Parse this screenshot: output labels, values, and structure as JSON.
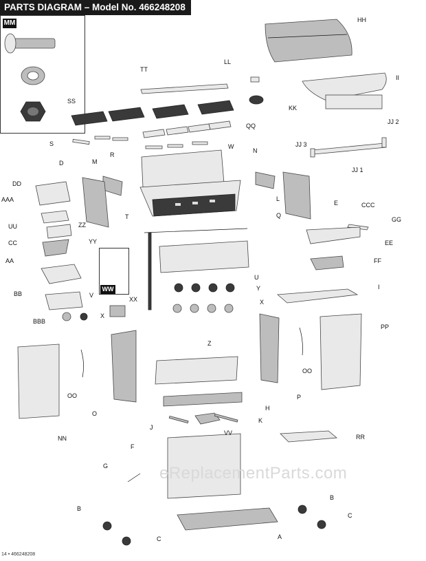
{
  "header": {
    "title": "PARTS DIAGRAM – Model No. 466248208"
  },
  "inset_labels": {
    "mm": "MM",
    "ww": "WW"
  },
  "footer": {
    "text": "14 • 466248208"
  },
  "watermark": {
    "text": "eReplacementParts.com"
  },
  "callouts": [
    "HH",
    "II",
    "TT",
    "LL",
    "KK",
    "SS",
    "QQ",
    "S",
    "W",
    "JJ 2",
    "JJ 3",
    "JJ 1",
    "N",
    "R",
    "D",
    "M",
    "DD",
    "AAA",
    "ZZ",
    "L",
    "E",
    "CCC",
    "GG",
    "T",
    "Q",
    "UU",
    "EE",
    "CC",
    "YY",
    "FF",
    "AA",
    "U",
    "Y",
    "I",
    "BB",
    "V",
    "XX",
    "X",
    "BBB",
    "X",
    "PP",
    "Z",
    "OO",
    "OO",
    "P",
    "H",
    "O",
    "NN",
    "J",
    "VV",
    "K",
    "RR",
    "F",
    "G",
    "B",
    "B",
    "C",
    "C",
    "A"
  ]
}
